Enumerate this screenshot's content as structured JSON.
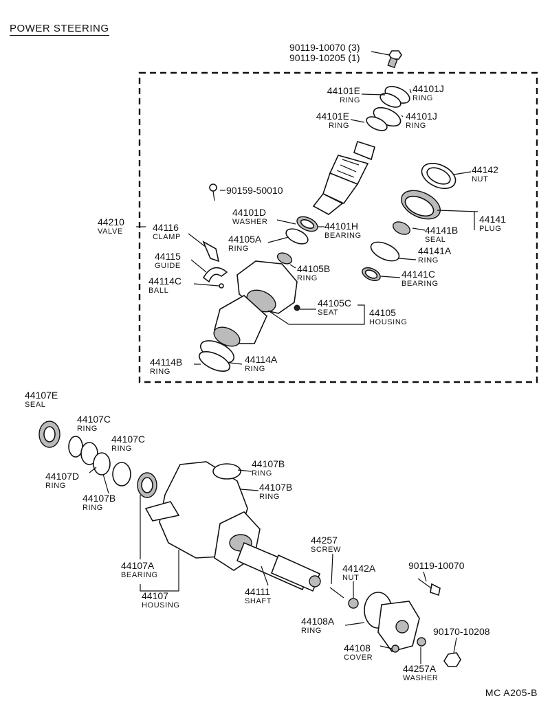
{
  "title": "POWER STEERING",
  "footer_code": "MC  A205-B",
  "parts": {
    "bolt_a": "90119-10070 (3)",
    "bolt_b": "90119-10205 (1)",
    "ring_44101e_1": {
      "pn": "44101E",
      "nm": "RING"
    },
    "ring_44101j_1": {
      "pn": "44101J",
      "nm": "RING"
    },
    "ring_44101e_2": {
      "pn": "44101E",
      "nm": "RING"
    },
    "ring_44101j_2": {
      "pn": "44101J",
      "nm": "RING"
    },
    "nut_44142": {
      "pn": "44142",
      "nm": "NUT"
    },
    "bolt_90159": {
      "pn": "90159-50010"
    },
    "valve_44210": {
      "pn": "44210",
      "nm": "VALVE"
    },
    "washer_44101d": {
      "pn": "44101D",
      "nm": "WASHER"
    },
    "bearing_44101h": {
      "pn": "44101H",
      "nm": "BEARING"
    },
    "plug_44141": {
      "pn": "44141",
      "nm": "PLUG"
    },
    "clamp_44116": {
      "pn": "44116",
      "nm": "CLAMP"
    },
    "ring_44105a": {
      "pn": "44105A",
      "nm": "RING"
    },
    "seal_44141b": {
      "pn": "44141B",
      "nm": "SEAL"
    },
    "guide_44115": {
      "pn": "44115",
      "nm": "GUIDE"
    },
    "ring_44105b": {
      "pn": "44105B",
      "nm": "RING"
    },
    "ring_44141a": {
      "pn": "44141A",
      "nm": "RING"
    },
    "ball_44114c": {
      "pn": "44114C",
      "nm": "BALL"
    },
    "bearing_44141c": {
      "pn": "44141C",
      "nm": "BEARING"
    },
    "seat_44105c": {
      "pn": "44105C",
      "nm": "SEAT"
    },
    "housing_44105": {
      "pn": "44105",
      "nm": "HOUSING"
    },
    "ring_44114b": {
      "pn": "44114B",
      "nm": "RING"
    },
    "ring_44114a": {
      "pn": "44114A",
      "nm": "RING"
    },
    "seal_44107e": {
      "pn": "44107E",
      "nm": "SEAL"
    },
    "ring_44107c_1": {
      "pn": "44107C",
      "nm": "RING"
    },
    "ring_44107c_2": {
      "pn": "44107C",
      "nm": "RING"
    },
    "ring_44107b_1": {
      "pn": "44107B",
      "nm": "RING"
    },
    "ring_44107b_2": {
      "pn": "44107B",
      "nm": "RING"
    },
    "ring_44107d": {
      "pn": "44107D",
      "nm": "RING"
    },
    "ring_44107b_3": {
      "pn": "44107B",
      "nm": "RING"
    },
    "screw_44257": {
      "pn": "44257",
      "nm": "SCREW"
    },
    "bolt_90119": {
      "pn": "90119-10070"
    },
    "bearing_44107a": {
      "pn": "44107A",
      "nm": "BEARING"
    },
    "nut_44142a": {
      "pn": "44142A",
      "nm": "NUT"
    },
    "shaft_44111": {
      "pn": "44111",
      "nm": "SHAFT"
    },
    "housing_44107": {
      "pn": "44107",
      "nm": "HOUSING"
    },
    "ring_44108a": {
      "pn": "44108A",
      "nm": "RING"
    },
    "nut_90170": {
      "pn": "90170-10208"
    },
    "cover_44108": {
      "pn": "44108",
      "nm": "COVER"
    },
    "washer_44257a": {
      "pn": "44257A",
      "nm": "WASHER"
    }
  }
}
